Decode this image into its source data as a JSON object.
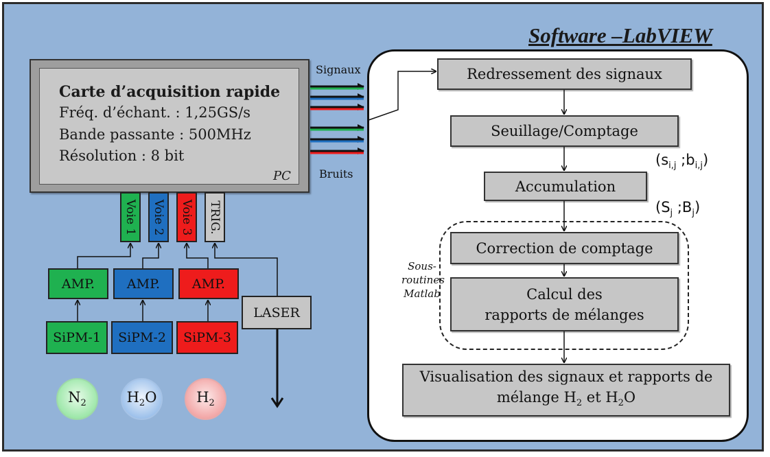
{
  "title": "Software –LabVIEW",
  "pc": {
    "heading": "Carte d’acquisition rapide",
    "line1": "Fréq. d’échant. : 1,25GS/s",
    "line2": "Bande passante : 500MHz",
    "line3": "Résolution : 8 bit",
    "corner": "PC"
  },
  "labels": {
    "signaux": "Signaux",
    "bruits": "Bruits"
  },
  "voies": [
    {
      "label": "Voie 1",
      "color": "#1fb150"
    },
    {
      "label": "Voie 2",
      "color": "#1f6fc0"
    },
    {
      "label": "Voie 3",
      "color": "#ee1c1c"
    },
    {
      "label": "TRIG.",
      "color": "#c8c8c8"
    }
  ],
  "amps": [
    {
      "label": "AMP.",
      "color": "#1fb150"
    },
    {
      "label": "AMP.",
      "color": "#1f6fc0"
    },
    {
      "label": "AMP.",
      "color": "#ee1c1c"
    }
  ],
  "sipms": [
    {
      "label": "SiPM-1",
      "color": "#1fb150"
    },
    {
      "label": "SiPM-2",
      "color": "#1f6fc0"
    },
    {
      "label": "SiPM-3",
      "color": "#ee1c1c"
    }
  ],
  "laser": "LASER",
  "gases": [
    {
      "base": "N",
      "sub": "2",
      "after": "",
      "color": "#8fe39d"
    },
    {
      "base": "H",
      "sub": "2",
      "after": "O",
      "color": "#8fb8e8"
    },
    {
      "base": "H",
      "sub": "2",
      "after": "",
      "color": "#f09a9a"
    }
  ],
  "flow": {
    "redressement": "Redressement  des signaux",
    "seuillage": "Seuillage/Comptage",
    "accumulation": "Accumulation",
    "correction": "Correction de comptage",
    "calcul_1": "Calcul des",
    "calcul_2": "rapports de mélanges",
    "visu_1": "Visualisation des signaux et rapports de",
    "visu_2a": "mélange H",
    "visu_2b": "2",
    "visu_2c": " et H",
    "visu_2d": "2",
    "visu_2e": "O"
  },
  "sous_routines": [
    "Sous-",
    "routines",
    "Matlab"
  ],
  "math": {
    "sb_s": "(s",
    "sb_s_sub": "i,j",
    "sb_b": " ;b",
    "sb_b_sub": "i,j",
    "sb_close": ")",
    "SB_S": "(S",
    "SB_S_sub": "j",
    "SB_B": " ;B",
    "SB_B_sub": "j",
    "SB_close": ")"
  }
}
